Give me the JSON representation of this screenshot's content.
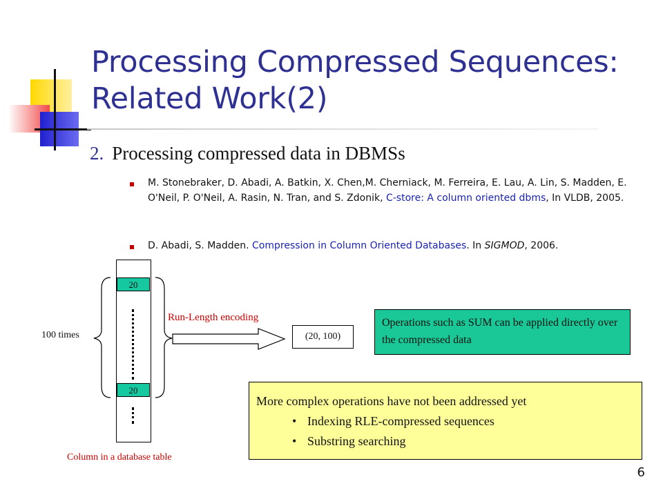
{
  "slide": {
    "title_line1": "Processing Compressed Sequences:",
    "title_line2": "Related Work(2)",
    "section_number": "2.",
    "section_heading": "Processing compressed data in DBMSs",
    "references": [
      {
        "authors": "M. Stonebraker, D. Abadi, A. Batkin, X. Chen,M. Cherniack, M. Ferreira, E. Lau, A. Lin, S. Madden, E. O'Neil, P. O'Neil, A. Rasin, N. Tran, and S. Zdonik, ",
        "link": "C-store: A column oriented dbms",
        "tail": ", In VLDB, 2005."
      },
      {
        "authors": "D. Abadi, S. Madden. ",
        "link": "Compression in Column Oriented Databases",
        "mid": ". In ",
        "venue": "SIGMOD",
        "tail": ", 2006."
      }
    ],
    "page_number": "6"
  },
  "diagram": {
    "top_cell": "20",
    "bottom_cell": "20",
    "repeat_label": "100 times",
    "encoding_label": "Run-Length encoding",
    "encoded_pair": "(20, 100)",
    "column_caption": "Column in a database table",
    "ops_note": "Operations such as SUM can be applied directly over the compressed data",
    "more_title": "More complex operations have not been addressed yet",
    "more_items": [
      "Indexing RLE-compressed sequences",
      "Substring searching"
    ],
    "colors": {
      "title": "#2f3192",
      "cell": "#16c8a0",
      "ops_box": "#19c896",
      "more_box": "#ffff99",
      "accent_red": "#cc0000"
    }
  }
}
